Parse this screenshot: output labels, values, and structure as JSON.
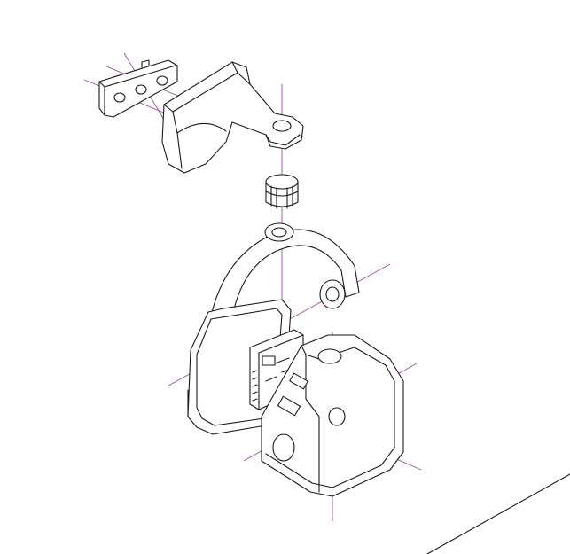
{
  "drawing": {
    "type": "exploded-isometric-line-drawing",
    "colors": {
      "background": "#ffffff",
      "outline": "#1a1a1a",
      "axis_lines": "#9b4f9b"
    },
    "parts": [
      "mounting-plate",
      "hinge-arm",
      "collet-connector",
      "headband-arc",
      "ear-cup-shell",
      "circuit-board",
      "octagonal-housing"
    ]
  }
}
